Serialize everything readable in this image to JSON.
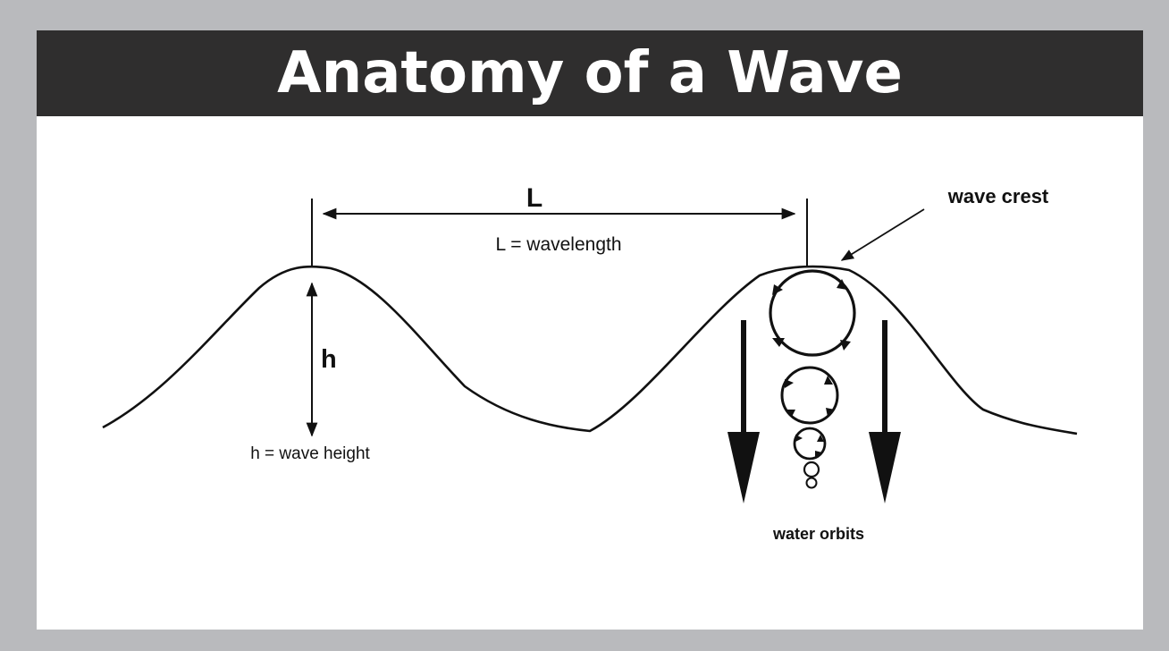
{
  "title": "Anatomy of a Wave",
  "labels": {
    "wavelength_symbol": "L",
    "wavelength_def": "L = wavelength",
    "height_symbol": "h",
    "height_def": "h = wave height",
    "crest": "wave crest",
    "orbits": "water orbits"
  },
  "colors": {
    "frame": "#b9babd",
    "title_bar": "#2f2e2e",
    "title_text": "#ffffff",
    "ink": "#111111"
  }
}
